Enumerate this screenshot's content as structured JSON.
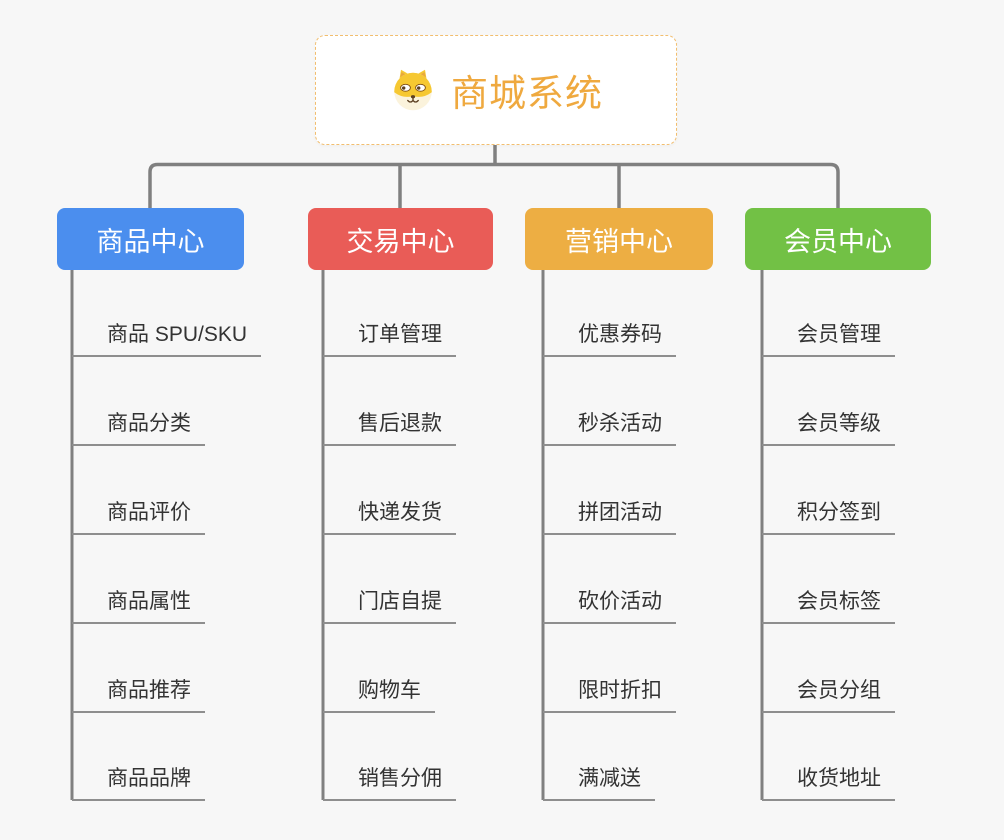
{
  "canvas": {
    "background": "#F7F7F7",
    "connector_color": "#808080",
    "underline_color": "#8E8E8E",
    "child_text_color": "#333333"
  },
  "root": {
    "title": "商城系统",
    "icon": "dog-face-icon",
    "text_color": "#EFA93F",
    "border_color": "#F2BE6E",
    "background": "#FFFFFF"
  },
  "branches": [
    {
      "label": "商品中心",
      "color": "#4B8EEE",
      "children": [
        "商品 SPU/SKU",
        "商品分类",
        "商品评价",
        "商品属性",
        "商品推荐",
        "商品品牌"
      ]
    },
    {
      "label": "交易中心",
      "color": "#E95C57",
      "children": [
        "订单管理",
        "售后退款",
        "快递发货",
        "门店自提",
        "购物车",
        "销售分佣"
      ]
    },
    {
      "label": "营销中心",
      "color": "#EDAE43",
      "children": [
        "优惠券码",
        "秒杀活动",
        "拼团活动",
        "砍价活动",
        "限时折扣",
        "满减送"
      ]
    },
    {
      "label": "会员中心",
      "color": "#72C145",
      "children": [
        "会员管理",
        "会员等级",
        "积分签到",
        "会员标签",
        "会员分组",
        "收货地址"
      ]
    }
  ]
}
